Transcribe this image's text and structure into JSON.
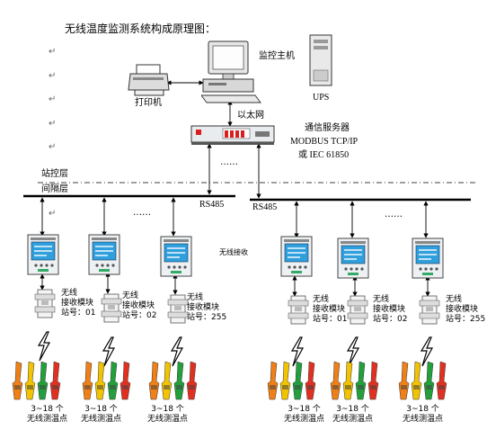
{
  "title": "无线温度监测系统构成原理图：",
  "host_label": "监控主机",
  "printer_label": "打印机",
  "ups_label": "UPS",
  "ethernet_label": "以太网",
  "comm_server": {
    "line1": "通信服务器",
    "line2": "MODBUS TCP/IP",
    "line3": "或  IEC 61850"
  },
  "layer_top": "站控层",
  "layer_bottom": "间隔层",
  "bus_left": "RS485",
  "bus_right": "RS485",
  "dots": "……",
  "wireless_receiver": "无线接收",
  "modules": [
    {
      "l1": "无线",
      "l2": "接收模块",
      "l3": "站号：01"
    },
    {
      "l1": "无线",
      "l2": "接收模块",
      "l3": "站号：02"
    },
    {
      "l1": "无线",
      "l2": "接收模块",
      "l3": "站号：255"
    },
    {
      "l1": "无线",
      "l2": "接收模块",
      "l3": "站号：01"
    },
    {
      "l1": "无线",
      "l2": "接收模块",
      "l3": "站号：02"
    },
    {
      "l1": "无线",
      "l2": "接收模块",
      "l3": "站号：255"
    }
  ],
  "sensor_groups": [
    {
      "l1": "3~18 个",
      "l2": "无线测温点"
    },
    {
      "l1": "3~18 个",
      "l2": "无线测温点"
    },
    {
      "l1": "3~18 个",
      "l2": "无线测温点"
    },
    {
      "l1": "3~18 个",
      "l2": "无线测温点"
    },
    {
      "l1": "3~18 个",
      "l2": "无线测温点"
    },
    {
      "l1": "3~18 个",
      "l2": "无线测温点"
    }
  ],
  "colors": {
    "display_bg": "#2f9fdd",
    "panel_bg": "#eef1f3",
    "sensor_orange": "#f07f16",
    "sensor_yellow": "#f2c300",
    "sensor_green": "#22a03c",
    "sensor_red": "#e23020",
    "server_red": "#d81e1e"
  }
}
